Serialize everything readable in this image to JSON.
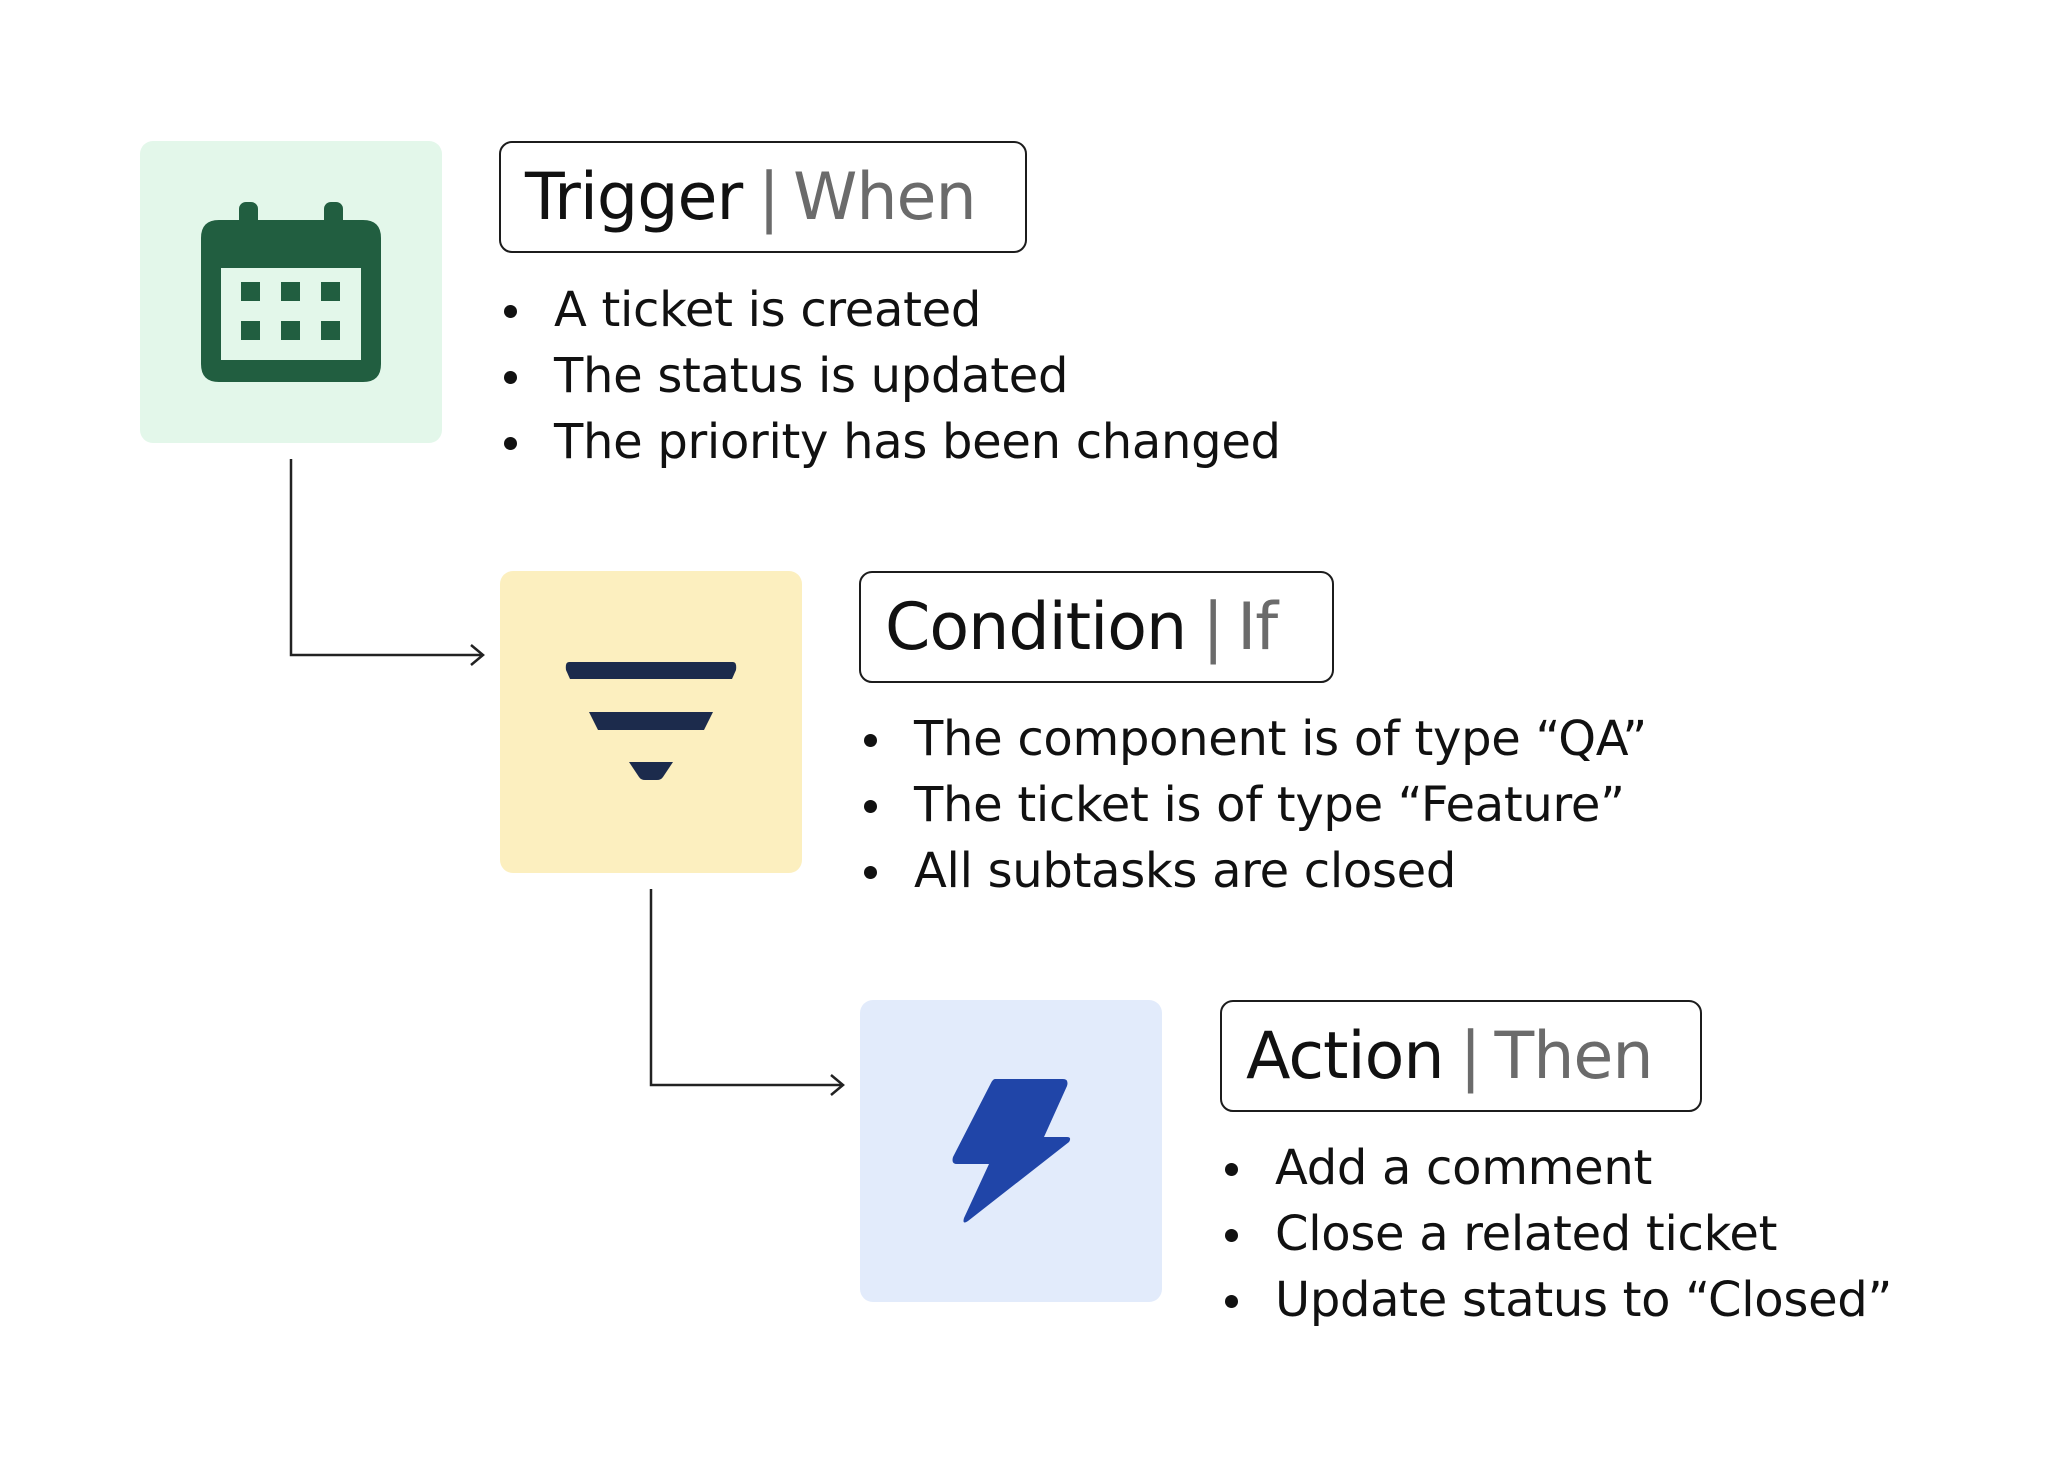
{
  "colors": {
    "trigger_tile": "#e3f7ea",
    "trigger_icon": "#215e40",
    "condition_tile": "#fcefbf",
    "condition_icon": "#1c2b4c",
    "action_tile": "#e2ebfb",
    "action_icon": "#2045a8",
    "connector": "#222222"
  },
  "stages": [
    {
      "icon": "calendar-icon",
      "label": "Trigger",
      "keyword": "When",
      "items": [
        "A ticket is created",
        "The status is updated",
        "The priority has been changed"
      ]
    },
    {
      "icon": "filter-icon",
      "label": "Condition",
      "keyword": "If",
      "items": [
        "The component is of type “QA”",
        "The ticket is of type “Feature”",
        "All subtasks are closed"
      ]
    },
    {
      "icon": "lightning-bolt-icon",
      "label": "Action",
      "keyword": "Then",
      "items": [
        "Add a comment",
        "Close a related ticket",
        "Update status to “Closed”"
      ]
    }
  ],
  "separator": "|"
}
